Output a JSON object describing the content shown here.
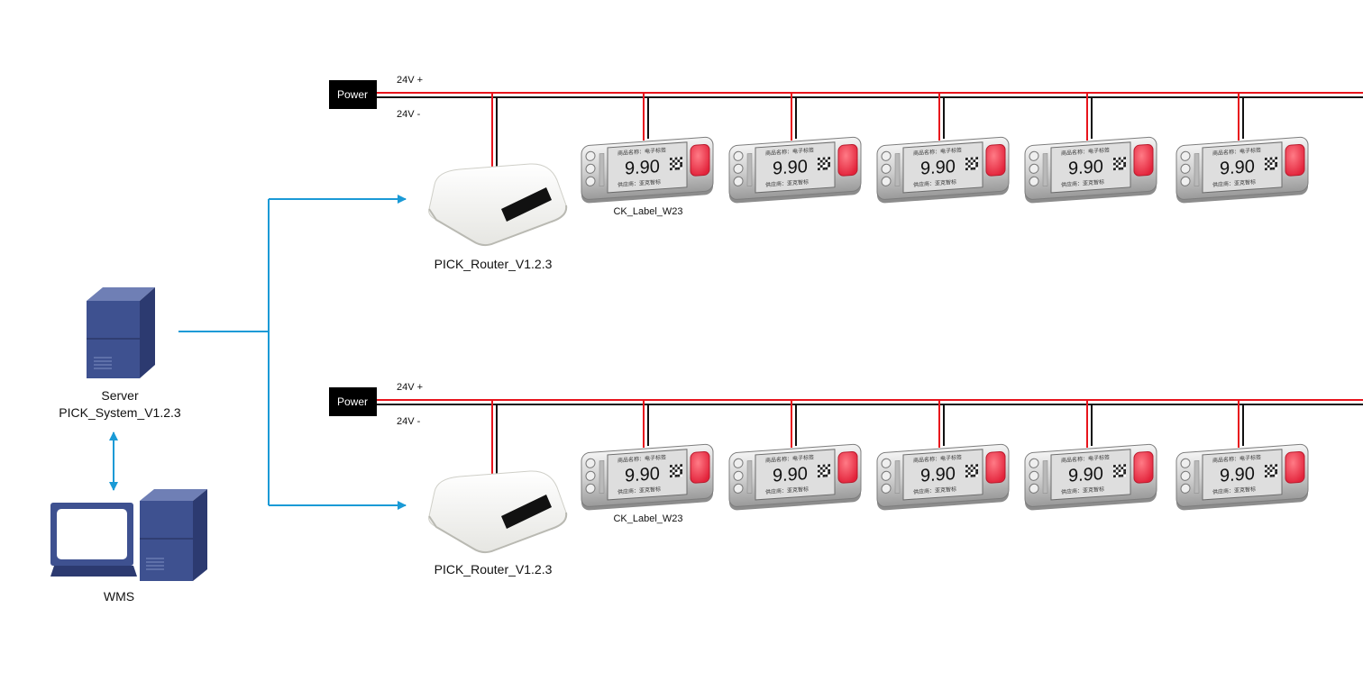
{
  "server": {
    "line1": "Server",
    "line2": "PICK_System_V1.2.3"
  },
  "wms": {
    "label": "WMS"
  },
  "rows": [
    {
      "power": {
        "label": "Power",
        "plus": "24V +",
        "minus": "24V -"
      },
      "router": {
        "label": "PICK_Router_V1.2.3"
      },
      "label_caption": "CK_Label_W23",
      "tags": [
        {
          "price": "9.90",
          "line1": "商品名称：电子标签",
          "line2": "供应商：亚克智标"
        },
        {
          "price": "9.90",
          "line1": "商品名称：电子标签",
          "line2": "供应商：亚克智标"
        },
        {
          "price": "9.90",
          "line1": "商品名称：电子标签",
          "line2": "供应商：亚克智标"
        },
        {
          "price": "9.90",
          "line1": "商品名称：电子标签",
          "line2": "供应商：亚克智标"
        },
        {
          "price": "9.90",
          "line1": "商品名称：电子标签",
          "line2": "供应商：亚克智标"
        }
      ]
    },
    {
      "power": {
        "label": "Power",
        "plus": "24V +",
        "minus": "24V -"
      },
      "router": {
        "label": "PICK_Router_V1.2.3"
      },
      "label_caption": "CK_Label_W23",
      "tags": [
        {
          "price": "9.90",
          "line1": "商品名称：电子标签",
          "line2": "供应商：亚克智标"
        },
        {
          "price": "9.90",
          "line1": "商品名称：电子标签",
          "line2": "供应商：亚克智标"
        },
        {
          "price": "9.90",
          "line1": "商品名称：电子标签",
          "line2": "供应商：亚克智标"
        },
        {
          "price": "9.90",
          "line1": "商品名称：电子标签",
          "line2": "供应商：亚克智标"
        },
        {
          "price": "9.90",
          "line1": "商品名称：电子标签",
          "line2": "供应商：亚克智标"
        }
      ]
    }
  ],
  "colors": {
    "wire_positive": "#e8141c",
    "wire_negative": "#111111",
    "link": "#1a9ad6",
    "computer": "#3d4f8c",
    "power_box": "#000000",
    "tag_button": "#ef2d43"
  }
}
